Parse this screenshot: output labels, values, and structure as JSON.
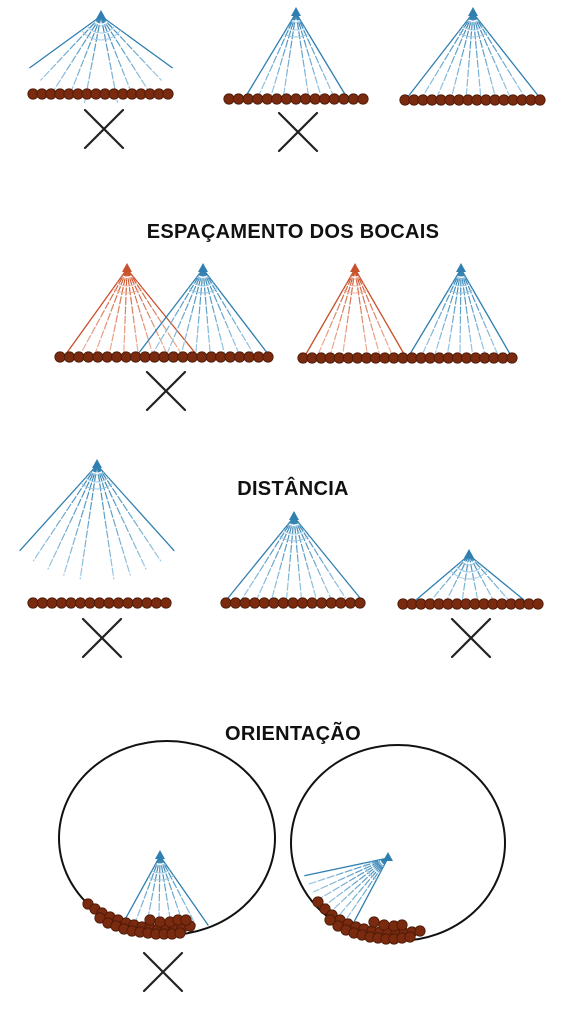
{
  "titles": {
    "spacing": "ESPAÇAMENTO DOS BOCAIS",
    "distance": "DISTÂNCIA",
    "orientation": "ORIENTAÇÃO"
  },
  "colors": {
    "spray_blue": "#2f7fb0",
    "spray_blue_light": "#9cc9e6",
    "spray_orange": "#c9502a",
    "spray_orange_light": "#f0b39b",
    "bead_fill": "#7a2a0e",
    "bead_stroke": "#4a1a08",
    "cross": "#222222",
    "circle": "#111111",
    "title": "#111111"
  },
  "icons": {
    "nozzle": "nozzle-icon",
    "wrong": "cross-icon",
    "tank": "tank-circle"
  }
}
